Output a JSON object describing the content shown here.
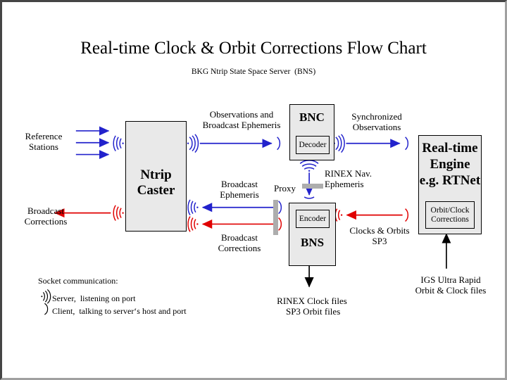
{
  "page": {
    "title": "Real-time Clock & Orbit Corrections Flow Chart",
    "subtitle": "BKG Ntrip State Space Server  (BNS)"
  },
  "colors": {
    "blue": "#2222cc",
    "red": "#e00000",
    "black": "#000000",
    "box_fill": "#e9e9e9",
    "proxy_gray": "#adadad",
    "frame_dark": "#454545",
    "frame_light": "#a0a0a0"
  },
  "boxes": {
    "ntrip_caster": {
      "label": "Ntrip\nCaster"
    },
    "bnc": {
      "label": "BNC",
      "sub": "Decoder"
    },
    "bns": {
      "label": "BNS",
      "sub": "Encoder"
    },
    "rt_engine": {
      "label": "Real-time\nEngine\ne.g. RTNet",
      "sub": "Orbit/Clock\nCorrections"
    }
  },
  "labels": {
    "reference_stations": "Reference\nStations",
    "broadcast_corrections_left": "Broadcast\nCorrections",
    "observations_and_broadcast_ephemeris": "Observations and\nBroadcast Ephemeris",
    "synchronized_observations": "Synchronized\nObservations",
    "rinex_nav_ephemeris": "RINEX Nav.\nEphemeris",
    "proxy": "Proxy",
    "broadcast_ephemeris": "Broadcast\nEphemeris",
    "broadcast_corrections_bns": "Broadcast\nCorrections",
    "clocks_and_orbits_sp3": "Clocks & Orbits\nSP3",
    "rinex_clock_sp3_files": "RINEX Clock files\n SP3 Orbit files",
    "igs_ultra_rapid": "IGS Ultra Rapid\nOrbit & Clock files"
  },
  "legend": {
    "heading": "Socket communication:",
    "items": [
      {
        "icon": "server-antenna-icon",
        "text": "Server,  listening on port"
      },
      {
        "icon": "client-arc-icon",
        "text": "Client,  talking to server‘s host and port"
      }
    ]
  }
}
